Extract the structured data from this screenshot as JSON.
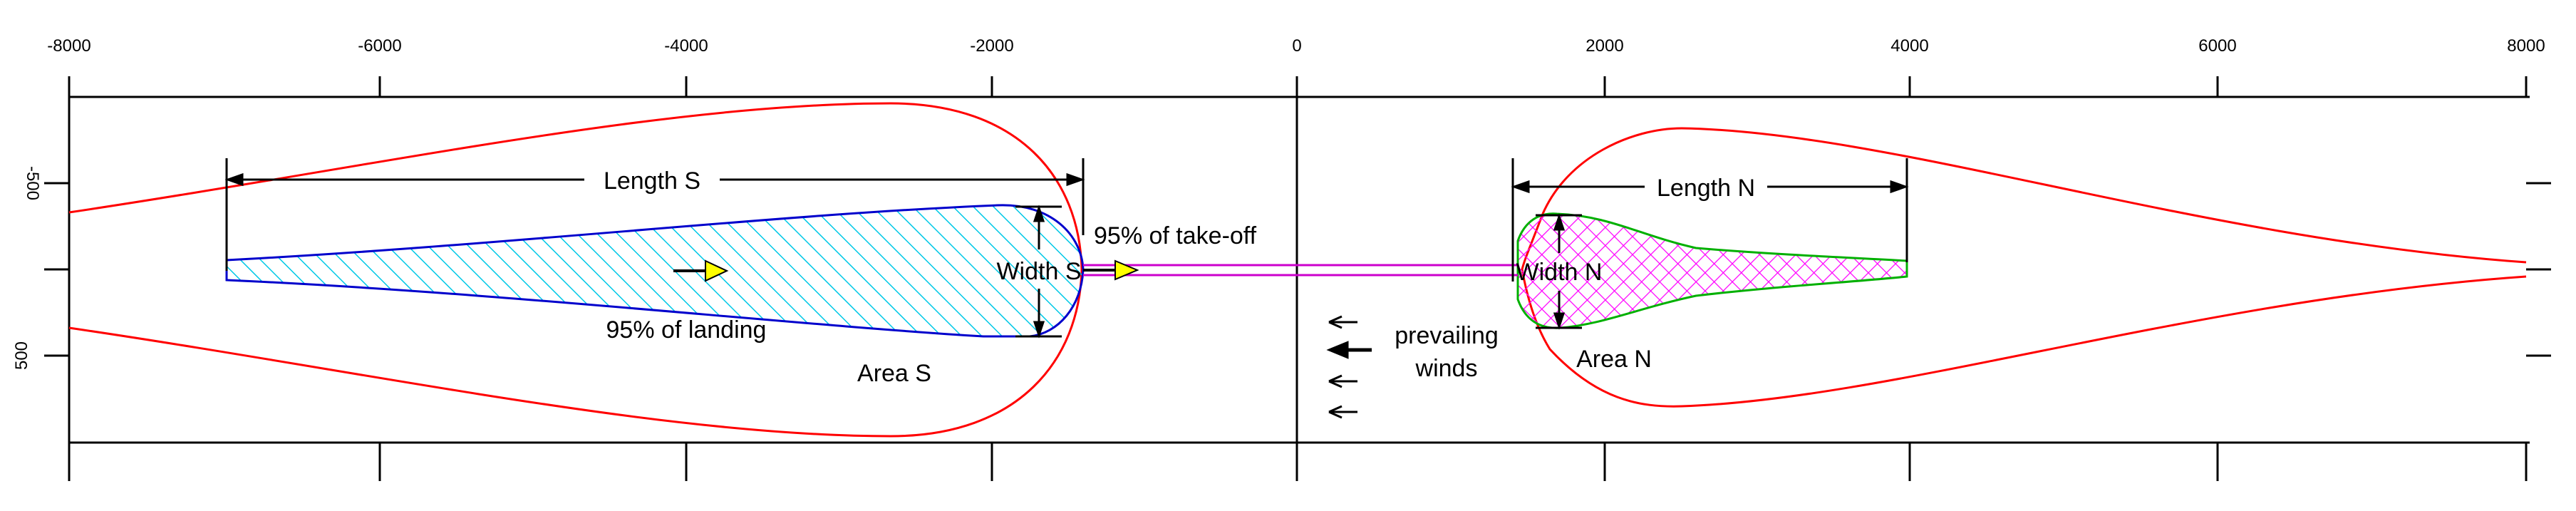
{
  "x_ticks": [
    "-8000",
    "-6000",
    "-4000",
    "-2000",
    "0",
    "2000",
    "4000",
    "6000",
    "8000"
  ],
  "y_ticks": [
    "-500",
    "500"
  ],
  "labels": {
    "length_s": "Length S",
    "length_n": "Length N",
    "width_s": "Width S",
    "width_n": "Width N",
    "takeoff": "95% of take-off",
    "landing": "95% of landing",
    "area_s": "Area S",
    "area_n": "Area N",
    "prevailing_1": "prevailing",
    "prevailing_2": "winds"
  },
  "colors": {
    "outer_contour": "#ff0000",
    "area_s_outline": "#0000cc",
    "area_s_hatch": "#00c8e6",
    "area_n_outline": "#00b000",
    "area_n_hatch": "#ff00ff",
    "runway": "#cc00cc",
    "arrow_fill": "#ffff00"
  }
}
